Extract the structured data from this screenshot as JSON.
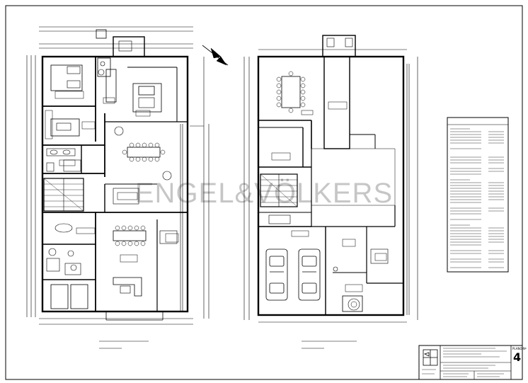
{
  "watermark": "ENGEL&VÖLKERS",
  "sheet_number": "4",
  "title_block": {
    "sheet_label": "PLANO Nº"
  }
}
